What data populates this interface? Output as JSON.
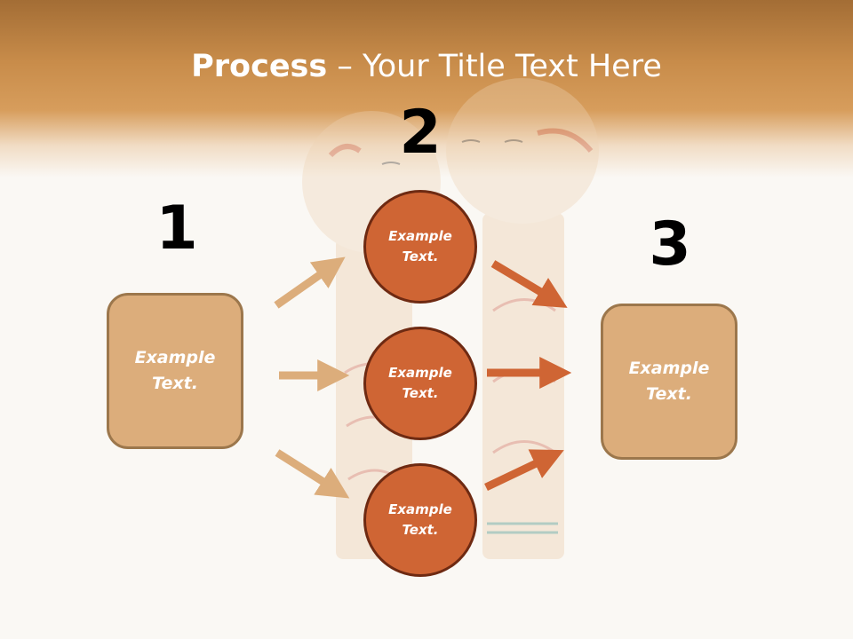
{
  "title": {
    "bold": "Process",
    "rest": " – Your Title Text Here"
  },
  "steps": [
    {
      "number": "1",
      "text": "Example\nText."
    },
    {
      "number": "2",
      "text": ""
    },
    {
      "number": "3",
      "text": "Example\nText."
    }
  ],
  "circles": [
    {
      "text": "Example\nText."
    },
    {
      "text": "Example\nText."
    },
    {
      "text": "Example\nText."
    }
  ],
  "colors": {
    "box_fill": "#dcad7b",
    "circle_fill": "#cf6534",
    "arrow_light": "#dcad7b",
    "arrow_dark": "#cf6534"
  }
}
